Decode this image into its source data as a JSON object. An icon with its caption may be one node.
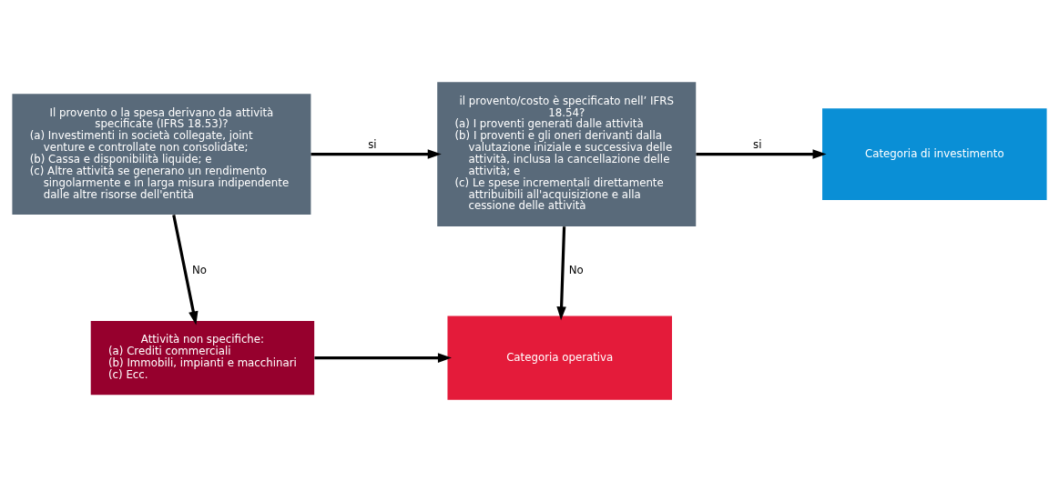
{
  "diagram": {
    "nodes": [
      {
        "text": [
          "Il provento o la spesa derivano da attività specificate (IFRS 18.53)?",
          "(a) Investimenti in società collegate, joint venture e controllate non consolidate;",
          "(b) Cassa e disponibilità liquide; e",
          "(c) Altre attività se generano un rendimento singolarmente e in larga misura indipendente dalle altre risorse dell'entità"
        ]
      },
      {
        "text": [
          "il provento/costo è specificato nell’ IFRS 18.54?",
          "(a) I proventi generati dalle attività",
          "(b) I proventi e gli oneri derivanti dalla valutazione iniziale e successiva delle attività, inclusa la cancellazione delle attività; e",
          "(c) Le spese incrementali direttamente attribuibili all'acquisizione e alla cessione delle attività"
        ]
      },
      {
        "text": [
          "Categoria di investimento"
        ]
      },
      {
        "text": [
          "Attività non specifiche:",
          "(a) Crediti commerciali",
          "(b) Immobili, impianti e macchinari",
          "(c) Ecc."
        ]
      },
      {
        "text": [
          "Categoria operativa"
        ]
      }
    ],
    "edges": [
      {
        "from": 0,
        "to": 1,
        "arrow": "to",
        "label": "si"
      },
      {
        "from": 1,
        "to": 2,
        "arrow": "to",
        "label": "si"
      },
      {
        "from": 0,
        "to": 3,
        "arrow": "to",
        "label": "No"
      },
      {
        "from": 1,
        "to": 4,
        "arrow": "to",
        "label": "No"
      },
      {
        "from": 3,
        "to": 4,
        "arrow": "to"
      }
    ]
  }
}
